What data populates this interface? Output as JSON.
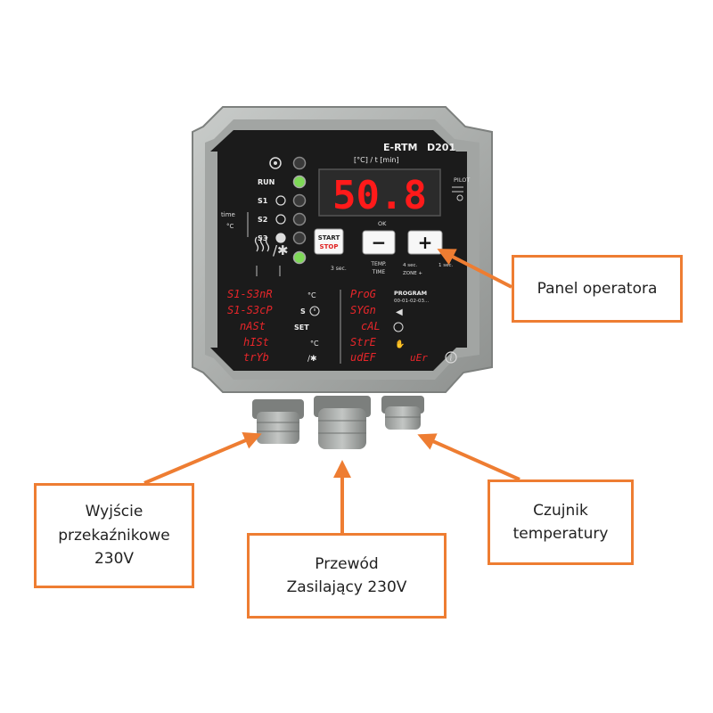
{
  "device": {
    "model": "E-RTM",
    "model_number": "D201",
    "display_unit": "[°C] / t [min]",
    "display_value": "50.8",
    "pilot_label": "PILOT",
    "start_stop": {
      "start": "START",
      "stop": "STOP"
    },
    "minus_label": "−",
    "plus_label": "+",
    "left_indicators": {
      "run": "RUN",
      "s1": "S1",
      "s2": "S2",
      "s3": "S3",
      "time": "time",
      "temp_unit": "°C"
    },
    "under_display": "OK",
    "under_start": "3 sec.",
    "under_minus": {
      "top": "TEMP.",
      "bottom": "TIME"
    },
    "under_plus": {
      "left": "4 sec.",
      "right": "1 sec.",
      "zone": "ZONE +"
    },
    "menu_left": [
      {
        "code": "S1-S3nR",
        "desc": "°C"
      },
      {
        "code": "S1-S3cP",
        "desc": "S"
      },
      {
        "code": "nASt",
        "desc": "SET"
      },
      {
        "code": "hISt",
        "desc": "°C"
      },
      {
        "code": "trYb",
        "desc": "/✱"
      }
    ],
    "menu_right": [
      {
        "code": "ProG",
        "desc": "PROGRAM",
        "sub": "00-01-02-03..."
      },
      {
        "code": "SYGn",
        "desc": ""
      },
      {
        "code": "cAL",
        "desc": ""
      },
      {
        "code": "StrE",
        "desc": ""
      },
      {
        "code": "udEF",
        "desc": "uEr"
      }
    ]
  },
  "callouts": {
    "panel": "Panel operatora",
    "relay": "Wyjście\nprzekaźnikowe\n230V",
    "power": "Przewód\nZasilający 230V",
    "sensor": "Czujnik\ntemperatury"
  },
  "colors": {
    "accent": "#ee7d32",
    "housing": "#a9acaa",
    "panel": "#1b1b1b",
    "led_green": "#7ed957",
    "display_red": "#ff1a1a"
  },
  "icons": [
    "settings-icon",
    "thermometer-icon",
    "heater-icon",
    "snowflake-icon",
    "speaker-icon",
    "clock-icon",
    "info-icon",
    "hand-icon"
  ]
}
